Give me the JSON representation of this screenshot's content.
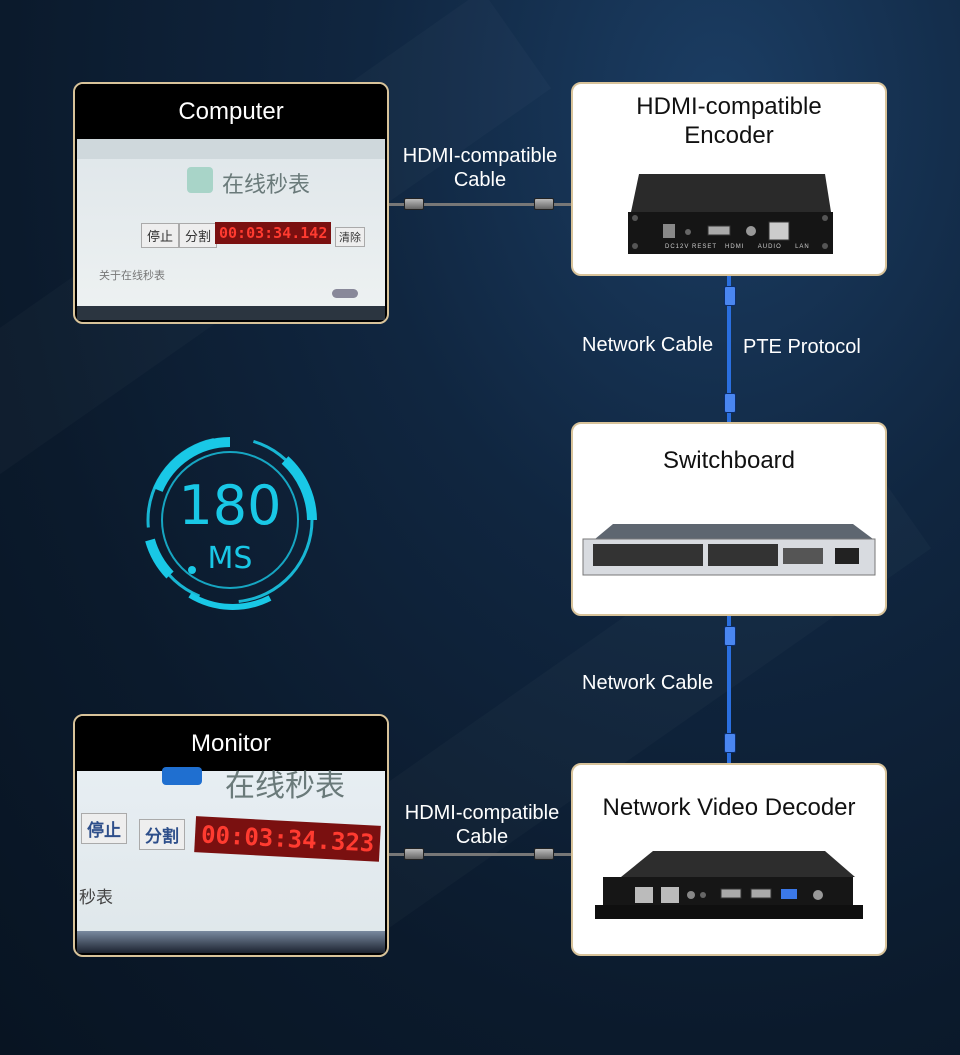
{
  "nodes": {
    "computer": {
      "title": "Computer"
    },
    "encoder": {
      "title": "HDMI-compatible Encoder"
    },
    "switch": {
      "title": "Switchboard"
    },
    "decoder": {
      "title": "Network Video Decoder"
    },
    "monitor": {
      "title": "Monitor"
    }
  },
  "edges": {
    "pc_encoder": "HDMI-compatible Cable",
    "encoder_switch": "Network Cable",
    "encoder_switch_protocol": "PTE Protocol",
    "switch_decoder": "Network Cable",
    "decoder_monitor": "HDMI-compatible Cable"
  },
  "latency": {
    "value": "180",
    "unit": "MS"
  },
  "computer_screen": {
    "app_title": "在线秒表",
    "btn_stop": "停止",
    "btn_split": "分割",
    "timer": "00:03:34.142",
    "btn_clear": "清除",
    "footer": "关于在线秒表"
  },
  "monitor_screen": {
    "app_title": "在线秒表",
    "btn_stop": "停止",
    "btn_split": "分割",
    "timer": "00:03:34.323",
    "footer": "秒表"
  },
  "device_labels": {
    "enc_ports": [
      "DC12V",
      "RESET",
      "HDMI",
      "AUDIO",
      "LAN"
    ]
  },
  "colors": {
    "frame": "#d8c39a",
    "accent": "#19c8e6",
    "cable": "#2a6fe0"
  }
}
